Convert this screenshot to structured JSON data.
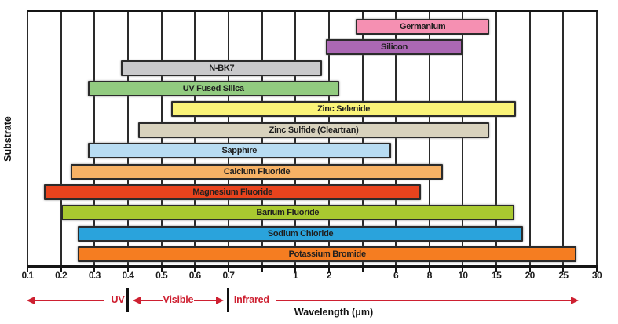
{
  "chart_data": {
    "type": "bar",
    "orientation": "horizontal-range",
    "title": "",
    "xlabel": "Wavelength (μm)",
    "ylabel": "Substrate",
    "grid": true,
    "x_scale": {
      "kind": "segmented-equal-spacing",
      "ticks": [
        0.1,
        0.2,
        0.3,
        0.4,
        0.5,
        0.6,
        0.7,
        0.85,
        1,
        2,
        4,
        6,
        8,
        10,
        15,
        20,
        25,
        30
      ],
      "tick_labels": [
        "0.1",
        "0.2",
        "0.3",
        "0.4",
        "0.5",
        "0.6",
        "0.7",
        "",
        "1",
        "2",
        "",
        "6",
        "8",
        "10",
        "15",
        "20",
        "25",
        "30"
      ]
    },
    "series": [
      {
        "name": "Germanium",
        "min": 3.6,
        "max": 14,
        "color": "#f590b2"
      },
      {
        "name": "Silicon",
        "min": 1.9,
        "max": 10,
        "color": "#ab68b4"
      },
      {
        "name": "N-BK7",
        "min": 0.38,
        "max": 1.8,
        "color": "#c9c9cb"
      },
      {
        "name": "UV Fused Silica",
        "min": 0.28,
        "max": 2.6,
        "color": "#92cb80"
      },
      {
        "name": "Zinc Selenide",
        "min": 0.53,
        "max": 17.9,
        "color": "#faf378"
      },
      {
        "name": "Zinc Sulfide (Cleartran)",
        "min": 0.43,
        "max": 14,
        "color": "#d8d2bd"
      },
      {
        "name": "Sapphire",
        "min": 0.28,
        "max": 5.7,
        "color": "#b8dcf2"
      },
      {
        "name": "Calcium Fluoride",
        "min": 0.23,
        "max": 8.8,
        "color": "#f7b265"
      },
      {
        "name": "Magnesium Fluoride",
        "min": 0.15,
        "max": 7.5,
        "color": "#e8431d"
      },
      {
        "name": "Barium Fluoride",
        "min": 0.2,
        "max": 17.7,
        "color": "#a9c930"
      },
      {
        "name": "Sodium Chloride",
        "min": 0.25,
        "max": 19,
        "color": "#2aa3dc"
      },
      {
        "name": "Potassium Bromide",
        "min": 0.25,
        "max": 27,
        "color": "#f57d21"
      }
    ],
    "spectrum_bands": {
      "labels": {
        "uv": "UV",
        "visible": "Visible",
        "infrared": "Infrared"
      },
      "uv_visible_boundary": 0.4,
      "visible_infrared_boundary": 0.7,
      "arrow_color": "#ce2031",
      "separator_color": "#111111"
    }
  }
}
